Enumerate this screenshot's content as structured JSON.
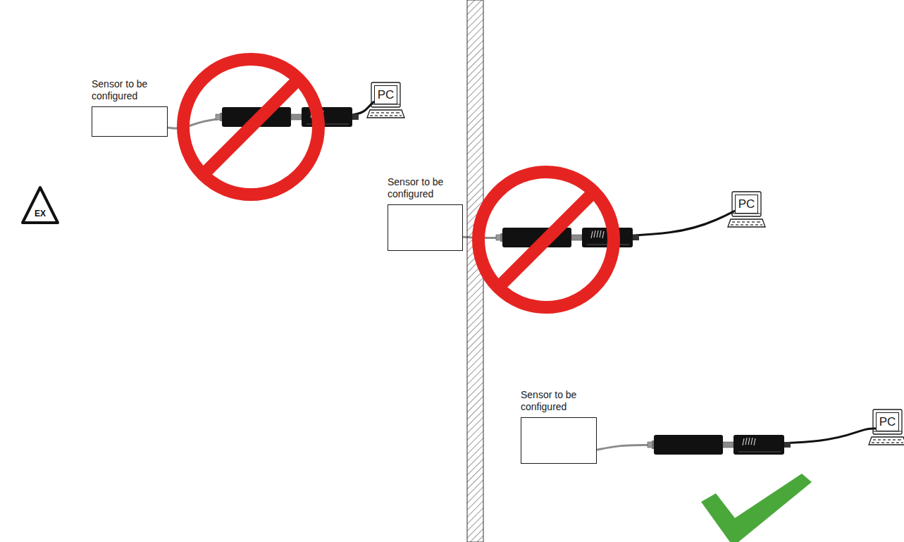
{
  "diagram": {
    "nodes": [
      {
        "text": [
          "Sensor to be configured"
        ]
      },
      {
        "text": [
          "PC"
        ]
      },
      {
        "text": [
          "Sensor to be configured"
        ]
      },
      {
        "text": [
          "PC"
        ]
      },
      {
        "text": [
          "Sensor to be configured"
        ]
      },
      {
        "text": [
          "PC"
        ]
      }
    ],
    "edges": [
      {
        "from": 0,
        "to": 1,
        "arrow": "none"
      },
      {
        "from": 2,
        "to": 3,
        "arrow": "none"
      },
      {
        "from": 4,
        "to": 5,
        "arrow": "none"
      }
    ],
    "labels": [
      "EX"
    ]
  }
}
